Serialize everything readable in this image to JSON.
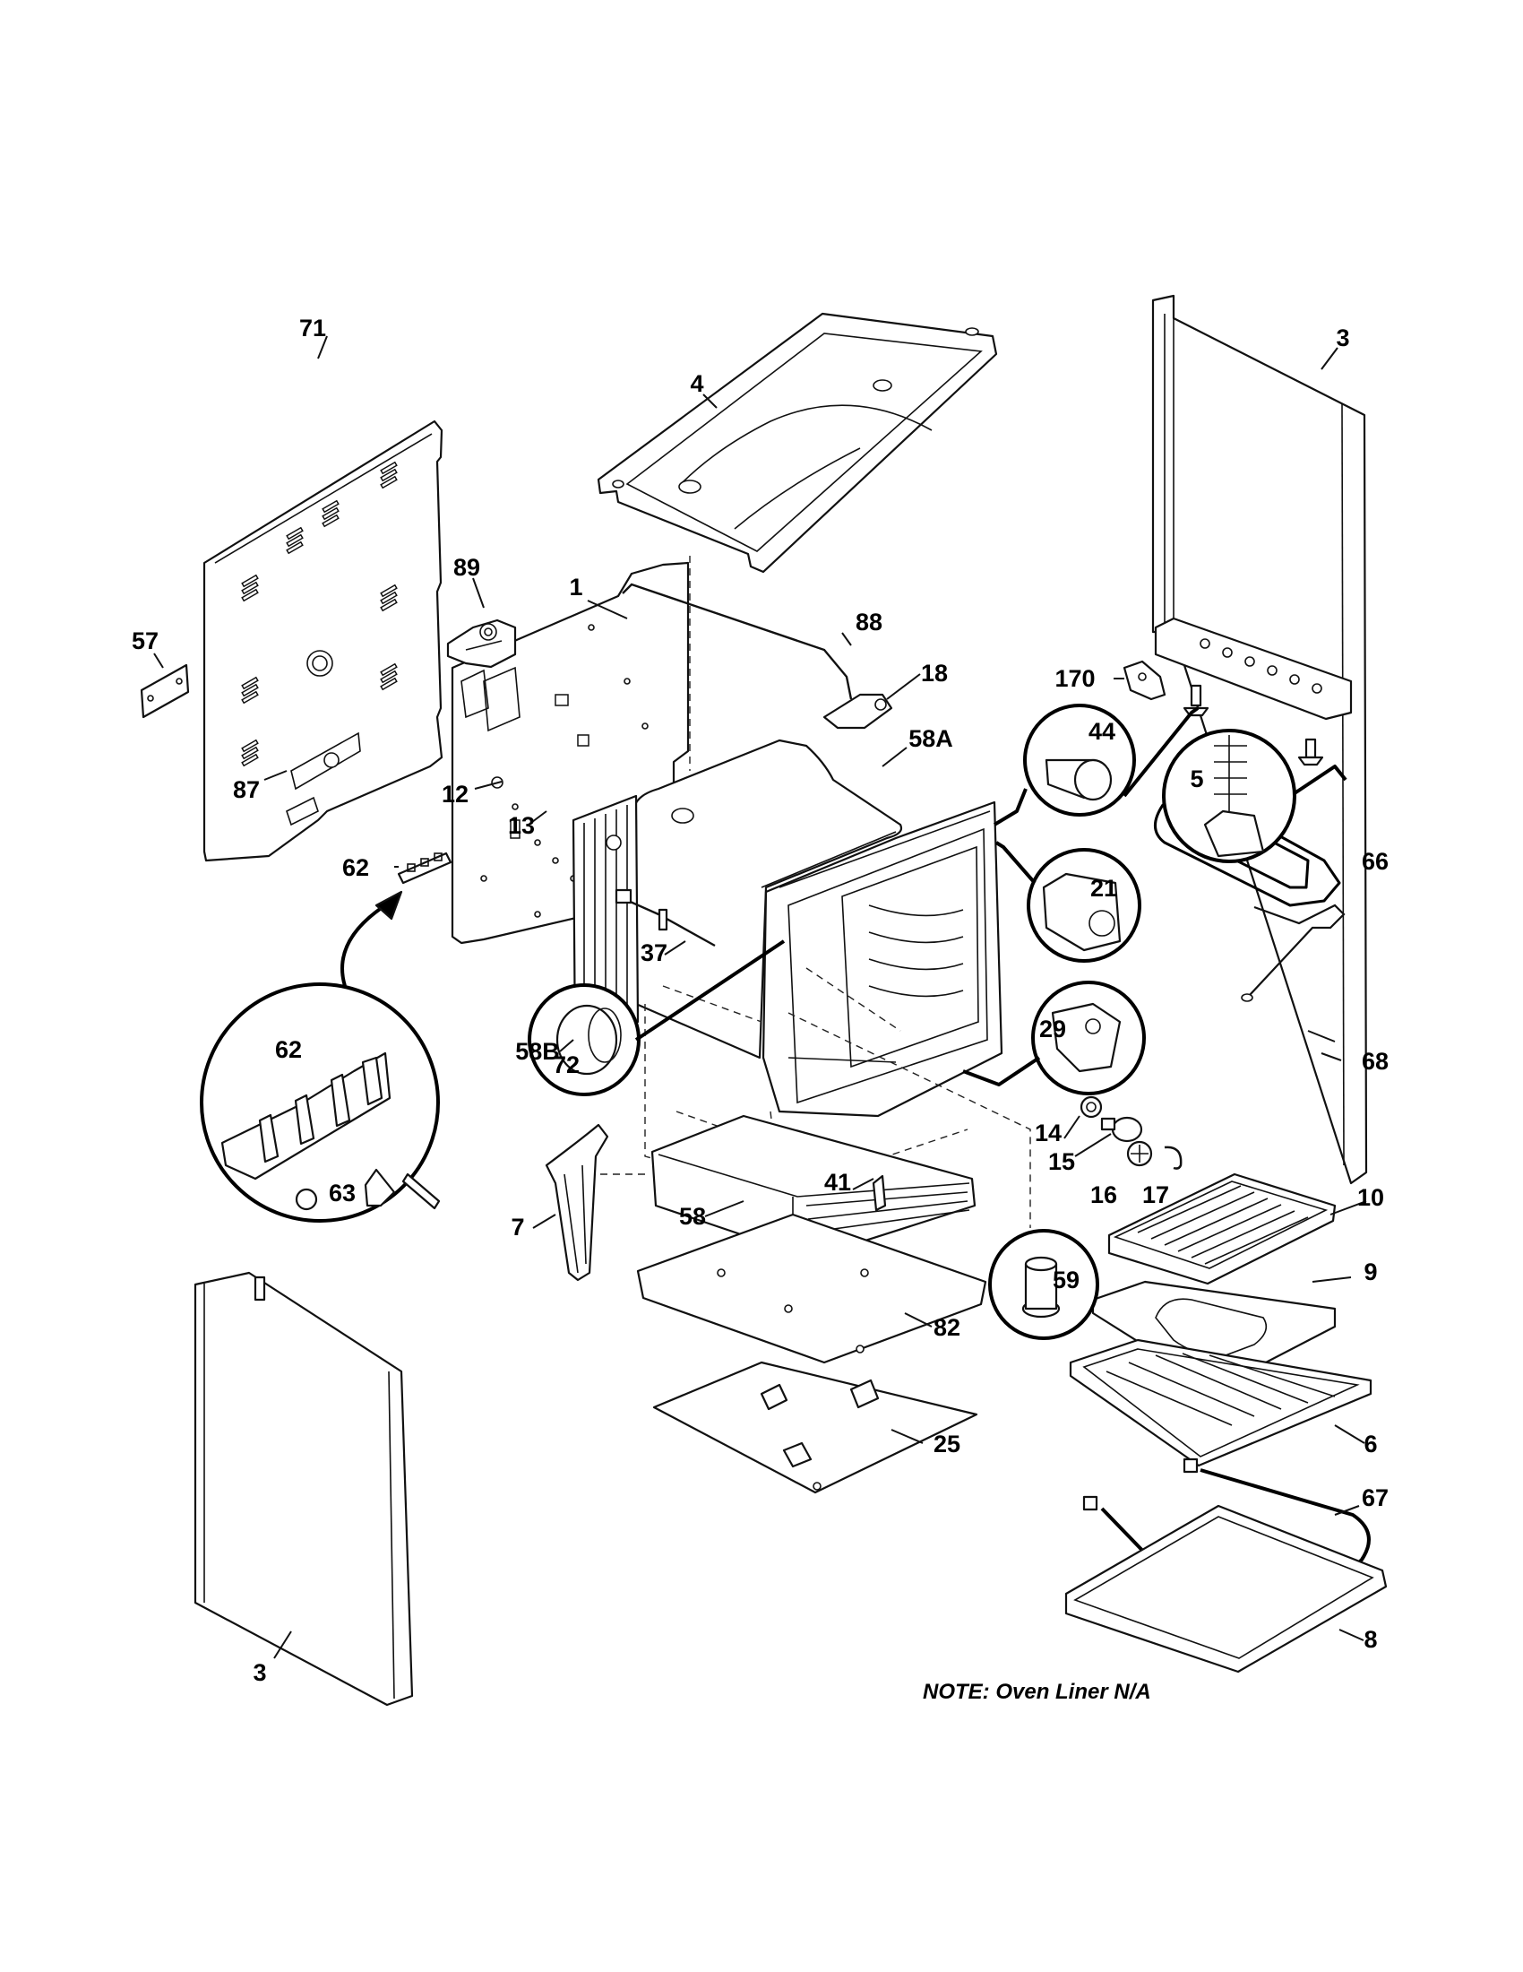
{
  "labels": {
    "p1": "1",
    "p3a": "3",
    "p3b": "3",
    "p4": "4",
    "p5": "5",
    "p6": "6",
    "p7": "7",
    "p8": "8",
    "p9": "9",
    "p10": "10",
    "p12": "12",
    "p13": "13",
    "p14": "14",
    "p15": "15",
    "p16": "16",
    "p17": "17",
    "p18": "18",
    "p21": "21",
    "p25": "25",
    "p29": "29",
    "p37": "37",
    "p41": "41",
    "p44": "44",
    "p57": "57",
    "p58": "58",
    "p58a": "58A",
    "p58b": "58B",
    "p59": "59",
    "p62a": "62",
    "p62b": "62",
    "p63": "63",
    "p66": "66",
    "p67": "67",
    "p68": "68",
    "p71": "71",
    "p72": "72",
    "p82": "82",
    "p87": "87",
    "p88": "88",
    "p89": "89",
    "p170": "170"
  },
  "note": "NOTE:  Oven Liner N/A"
}
